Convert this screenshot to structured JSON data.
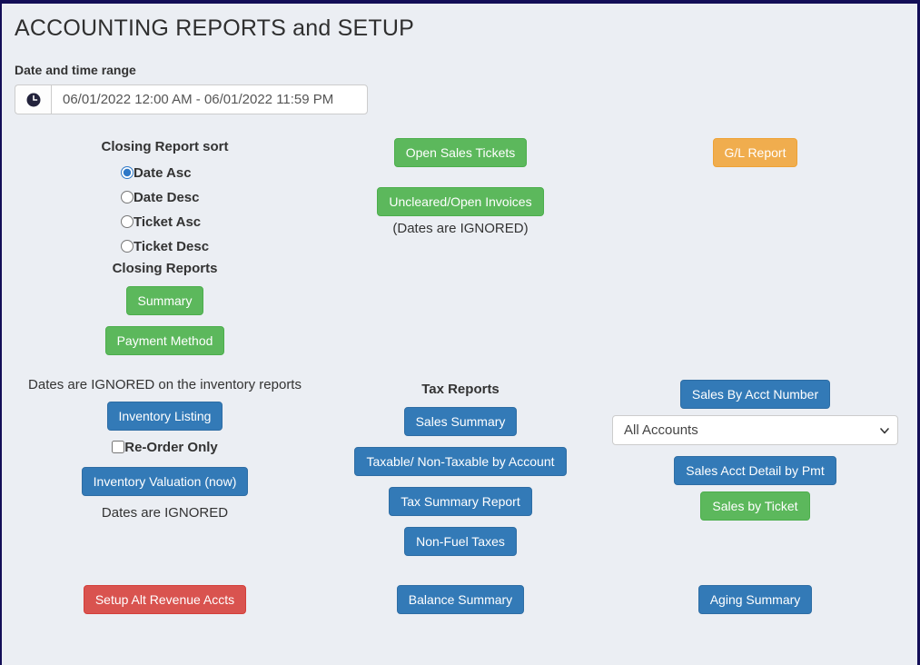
{
  "page": {
    "title": "ACCOUNTING REPORTS and SETUP"
  },
  "date_range": {
    "label": "Date and time range",
    "value": "06/01/2022 12:00 AM - 06/01/2022 11:59 PM"
  },
  "closing": {
    "sort_heading": "Closing Report sort",
    "sort_options": [
      {
        "label": "Date Asc",
        "selected": true
      },
      {
        "label": "Date Desc",
        "selected": false
      },
      {
        "label": "Ticket Asc",
        "selected": false
      },
      {
        "label": "Ticket Desc",
        "selected": false
      }
    ],
    "reports_heading": "Closing Reports",
    "summary_button": "Summary",
    "payment_method_button": "Payment Method"
  },
  "tickets": {
    "open_sales_tickets_button": "Open Sales Tickets",
    "uncleared_open_invoices_button": "Uncleared/Open Invoices",
    "dates_ignored_note": "(Dates are IGNORED)"
  },
  "gl": {
    "gl_report_button": "G/L Report"
  },
  "inventory": {
    "note": "Dates are IGNORED on the inventory reports",
    "listing_button": "Inventory Listing",
    "reorder_only_label": "Re-Order Only",
    "valuation_button": "Inventory Valuation (now)",
    "dates_ignored_note": "Dates are IGNORED"
  },
  "tax": {
    "heading": "Tax Reports",
    "sales_summary_button": "Sales Summary",
    "taxable_nontaxable_button": "Taxable/ Non-Taxable by Account",
    "tax_summary_report_button": "Tax Summary Report",
    "non_fuel_taxes_button": "Non-Fuel Taxes"
  },
  "sales": {
    "by_acct_number_button": "Sales By Acct Number",
    "account_select_value": "All Accounts",
    "acct_detail_by_pmt_button": "Sales Acct Detail by Pmt",
    "by_ticket_button": "Sales by Ticket"
  },
  "bottom": {
    "setup_alt_revenue_button": "Setup Alt Revenue Accts",
    "balance_summary_button": "Balance Summary",
    "aging_summary_button": "Aging Summary"
  },
  "colors": {
    "button_green": "#5cb85c",
    "button_blue": "#337ab7",
    "button_orange": "#f0ad4e",
    "button_red": "#d9534f",
    "frame_navy": "#130e57",
    "background": "#ebeef3",
    "radio_selected_blue": "#2e78c7"
  },
  "icons": {
    "clock": "clock-icon",
    "chevron": "chevron-down-icon"
  }
}
